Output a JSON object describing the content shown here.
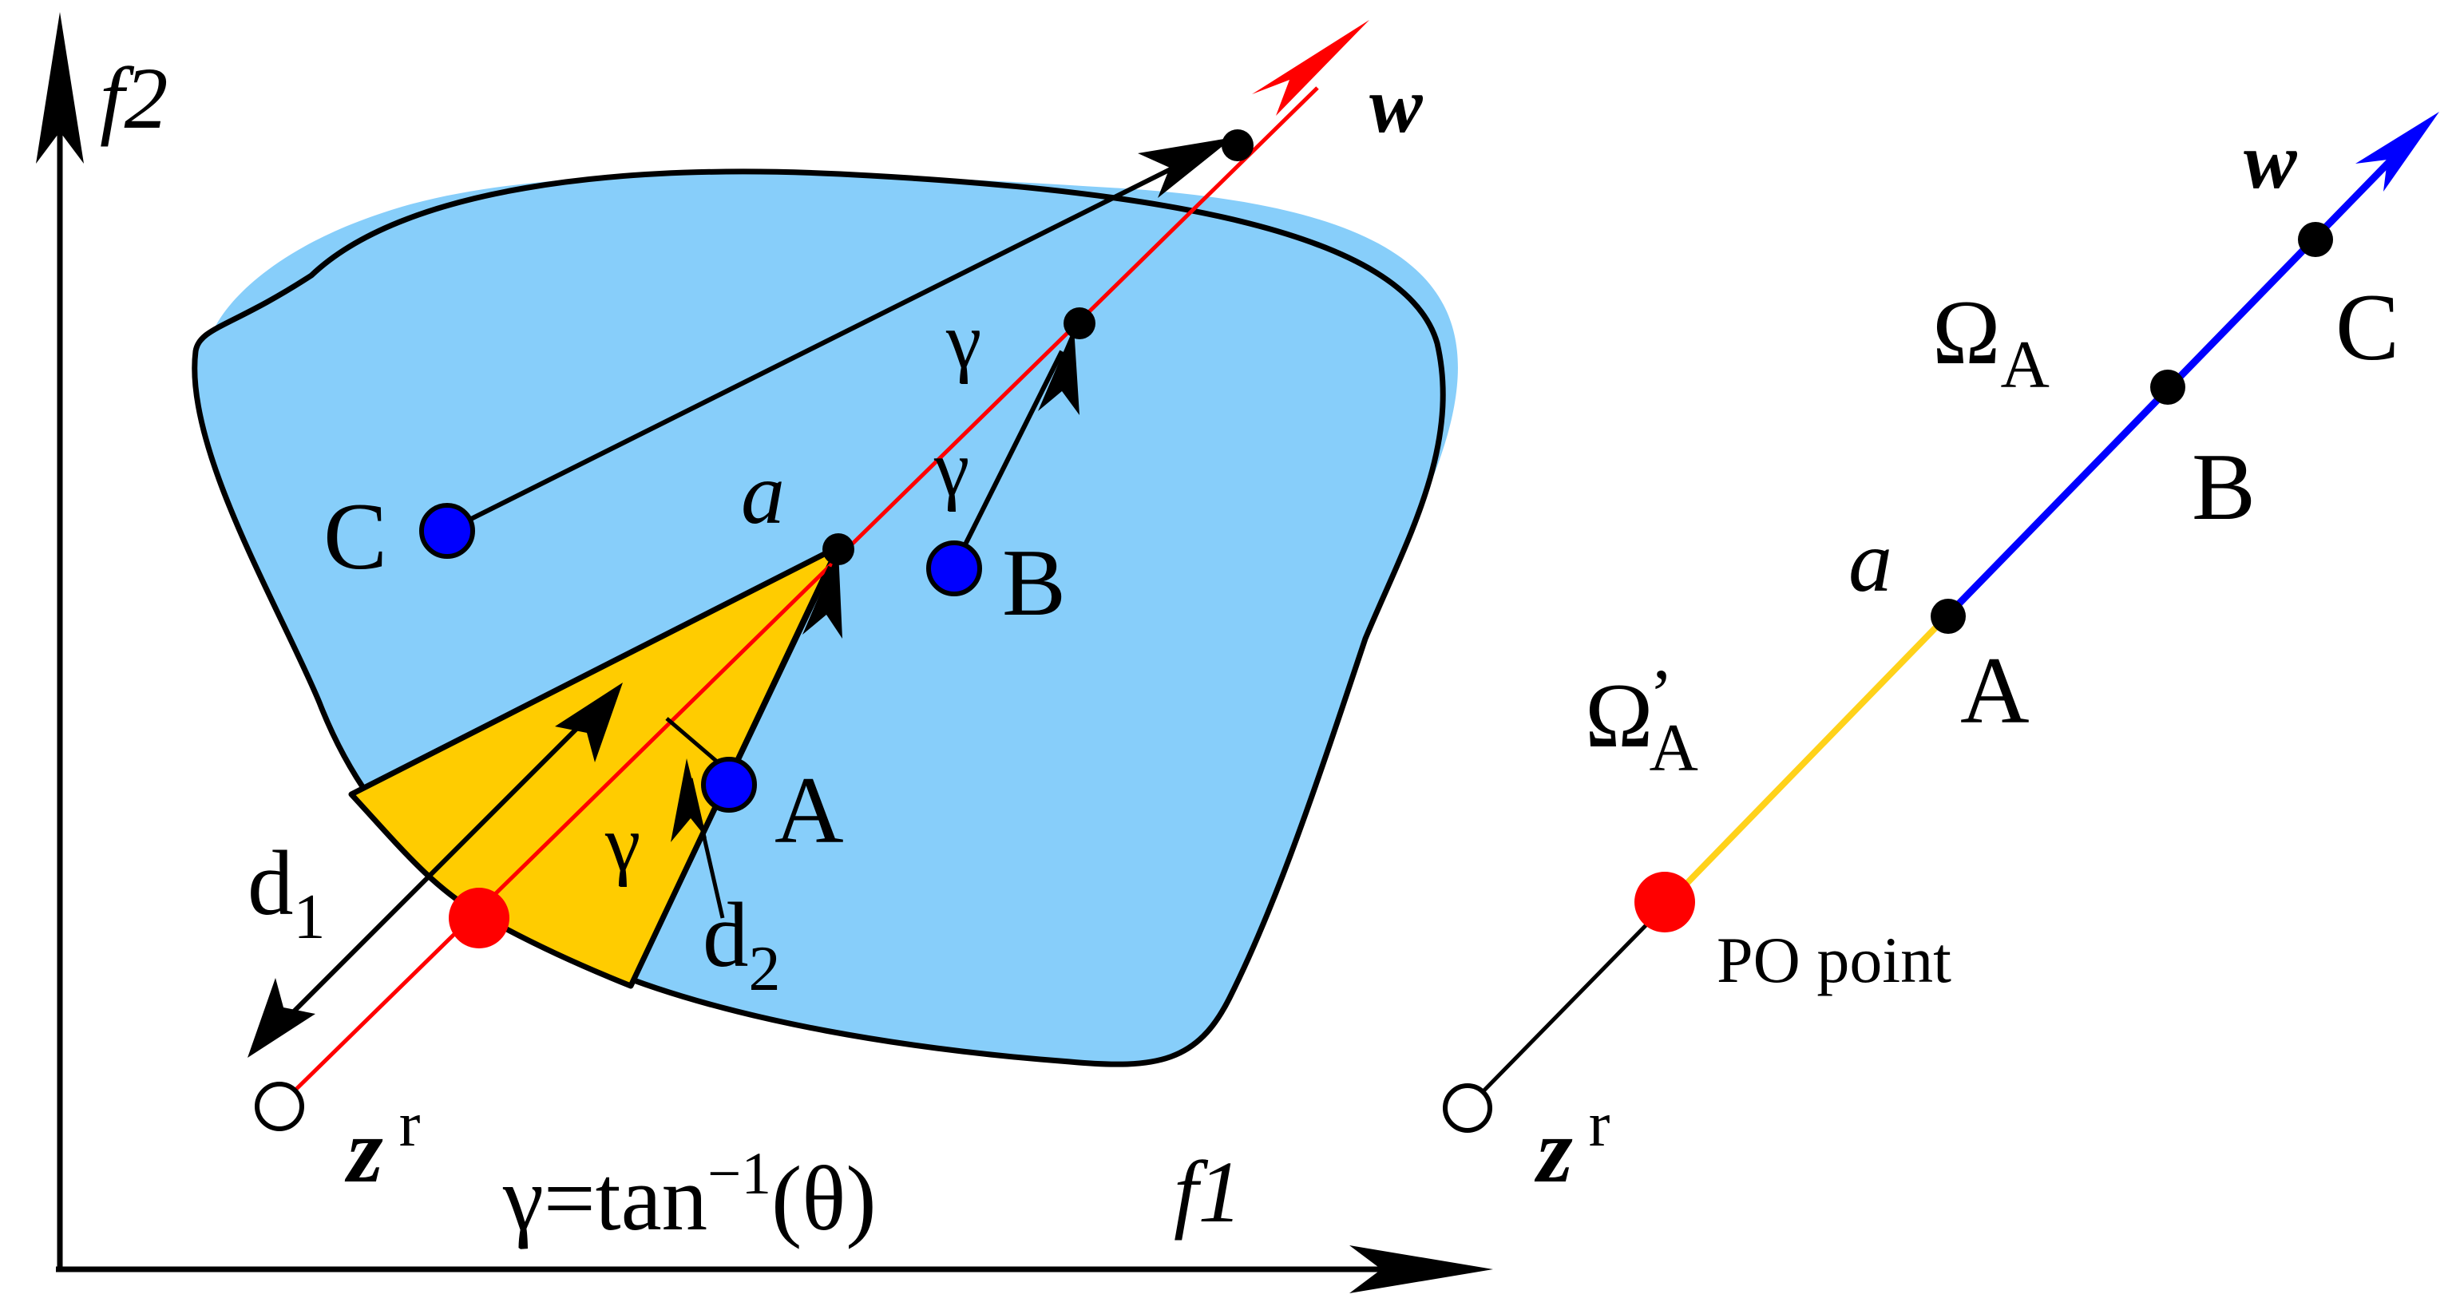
{
  "colors": {
    "region_fill": "#87CEFA",
    "cone_fill": "#FFCC00",
    "red": "#FF0000",
    "blue": "#0000FF",
    "yellow_segment": "#FFD21A",
    "black": "#000000"
  },
  "left": {
    "axis_y_label": "f2",
    "axis_x_label": "f1",
    "w_label": "w",
    "a_label": "a",
    "gamma": "γ",
    "point_C": "C",
    "point_B": "B",
    "point_A": "A",
    "d1_main": "d",
    "d1_sub": "1",
    "d2_main": "d",
    "d2_sub": "2",
    "zr_main": "z",
    "zr_sup": "r",
    "formula_main": "γ=tan",
    "formula_sup": "−1",
    "formula_arg": "(θ)"
  },
  "right": {
    "w_label": "w",
    "omega_A_main": "Ω",
    "omega_A_sub": "A",
    "omega_A_prime_main": "Ω",
    "omega_A_prime_mark": "’",
    "omega_A_prime_sub": "A",
    "point_C": "C",
    "point_B": "B",
    "a_label": "a",
    "point_A": "A",
    "po_point": "PO point",
    "zr_main": "z",
    "zr_sup": "r"
  }
}
